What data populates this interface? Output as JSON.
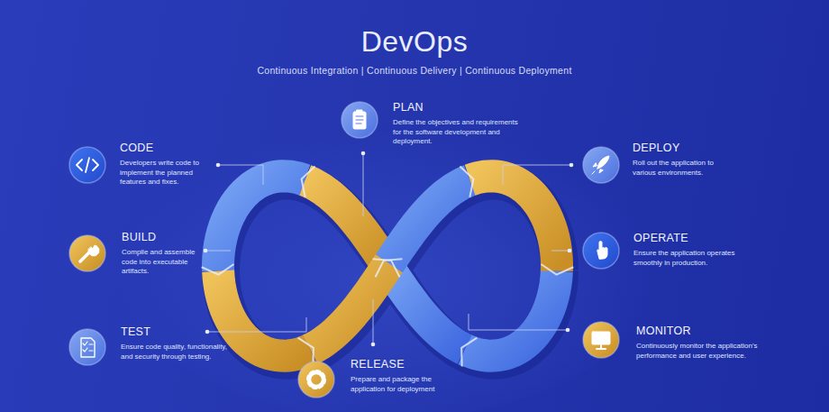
{
  "diagram": {
    "title": "DevOps",
    "nodes": [
      {
        "text": [
          "PLAN",
          "Define the objectives and requirements for the software development and deployment."
        ]
      },
      {
        "text": [
          "CODE",
          "Developers write code to implement the planned features and fixes."
        ]
      },
      {
        "text": [
          "BUILD",
          "Compile and assemble code into executable artifacts."
        ]
      },
      {
        "text": [
          "TEST",
          "Ensure code quality, functionality, and security through testing."
        ]
      },
      {
        "text": [
          "RELEASE",
          "Prepare and package the application for deployment"
        ]
      },
      {
        "text": [
          "DEPLOY",
          "Roll out the application to various environments."
        ]
      },
      {
        "text": [
          "OPERATE",
          "Ensure the application operates smoothly in production."
        ]
      },
      {
        "text": [
          "MONITOR",
          "Continuously monitor the application's performance and user experience."
        ]
      }
    ],
    "labels": [
      "Continuous Integration | Continuous Delivery | Continuous Deployment"
    ]
  }
}
